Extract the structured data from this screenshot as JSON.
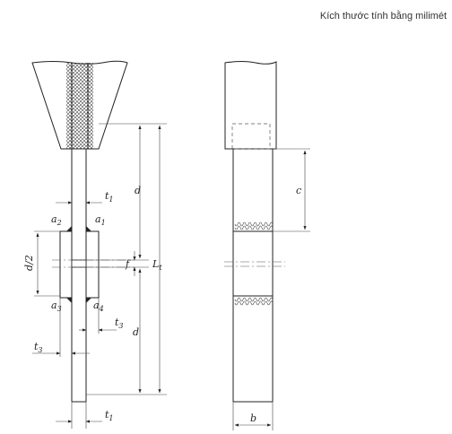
{
  "header": {
    "units_note": "Kích thước tính bằng milimét"
  },
  "front_view": {
    "labels": {
      "d_top": "d",
      "d_bottom": "d",
      "L1": "L",
      "L1_sub": "t",
      "d_half": "d/2",
      "f": "f",
      "t1_top": "t",
      "t1_top_sub": "1",
      "t1_bottom": "t",
      "t1_bottom_sub": "1",
      "t3_right": "t",
      "t3_right_sub": "3",
      "t3_left": "t",
      "t3_left_sub": "3",
      "a1": "a",
      "a1_sub": "1",
      "a2": "a",
      "a2_sub": "2",
      "a3": "a",
      "a3_sub": "3",
      "a4": "a",
      "a4_sub": "4"
    }
  },
  "side_view": {
    "labels": {
      "c": "c",
      "b": "b"
    }
  }
}
